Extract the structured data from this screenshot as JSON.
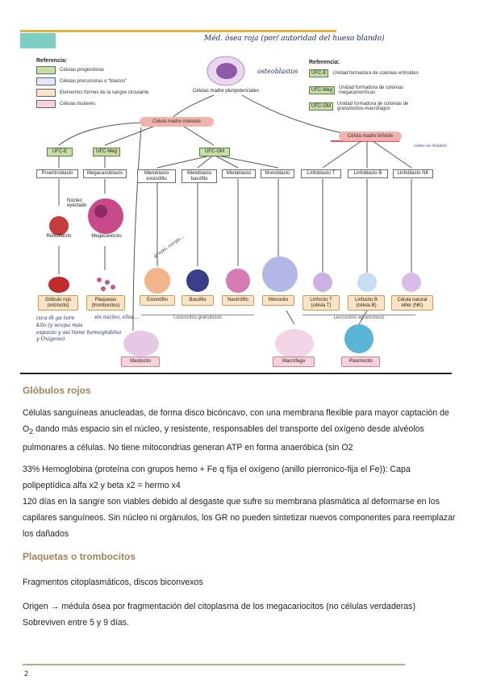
{
  "handwriting": {
    "title_note": "Méd. ósea roja (por/ autoridad del hueso blando)",
    "osteoblast_note": "osteoblastos",
    "side_note": "cómo se dividen",
    "left_note": "(sca di ga tare\nkilo (y ocupa más\nespacio y así tiene hemoglobina\ny Oxígeno)",
    "platelet_note": "sin núcleo, ellos...",
    "basophil_note": "grupo, cargo..."
  },
  "legend_left": {
    "title": "Referencia:",
    "items": [
      {
        "label": "Células progenitoras",
        "color": "#c5dfa5"
      },
      {
        "label": "Células precursoras o “blastos”",
        "color": "#dfe9f7"
      },
      {
        "label": "Elementos formes de la sangre circulante",
        "color": "#fbe3c3"
      },
      {
        "label": "Células tisulares",
        "color": "#f7d2da"
      }
    ]
  },
  "legend_right": {
    "title": "Referencia:",
    "items": [
      {
        "code": "UFC-E",
        "label": "Unidad formadora de colonias eritroides"
      },
      {
        "code": "UFC-Meg",
        "label": "Unidad formadora de colonias megacariocíticas"
      },
      {
        "code": "UFC-GM",
        "label": "Unidad formadora de colonias de granulocitos-macrófagos"
      }
    ]
  },
  "diagram": {
    "stem_cell": "Células madre pluripotenciales",
    "myeloid_stem": "Célula madre mieloide",
    "lymphoid_stem": "Célula madre linfoide",
    "progenitors": [
      "UFC-E",
      "UFC-Meg",
      "UFC-GM"
    ],
    "blasts": [
      "Proeritroblasto",
      "Megacarioblasto",
      "Mieloblasto eosinófilo",
      "Mieloblasto basófilo",
      "Mieloblasto",
      "Monoblasto",
      "Linfoblasto T",
      "Linfoblasto B",
      "Linfoblasto NK"
    ],
    "nucleus_expelled": "Núcleo eyectado",
    "reticulocyte": "Reticulocito",
    "megakaryocyte": "Megacariocito",
    "finals": [
      "Glóbulo rojo (eritrocito)",
      "Plaquetas (trombocitos)",
      "Eosinófilo",
      "Basófilo",
      "Neutrófilo",
      "Monocito",
      "Linfocito T (célula T)",
      "Linfocito B (célula B)",
      "Célula natural killer (NK)"
    ],
    "granulocytes": "Leucocitos granulosos",
    "agranulocytes": "Leucocitos agranulosos",
    "tissue": [
      "Mastocito",
      "Macrófago",
      "Plasmocito"
    ]
  },
  "content": {
    "h1": "Glóbulos rojos",
    "p1_pre": "Células sanguíneas anucleadas, de forma disco bicóncavo, con una membrana flexible para mayor captación de O",
    "p1_sub": "2",
    "p1_post": " dando más espacio sin el núcleo, y resistente, responsables del transporte del oxígeno desde alvéolos pulmonares a células. No tiene mitocondrias  generan ATP en forma anaeróbica (sin O2",
    "p2": "33% Hemoglobina (proteína con grupos hemo + Fe q fija el oxígeno (anillo pierronico-fija el Fe)): Capa polipeptídica alfa x2 y beta x2 = hermo x4",
    "p3": "120 días en la sangre son viables debido al desgaste que sufre su membrana plasmática al deformarse en los capilares sanguíneos. Sin núcleo ni orgánulos, los GR no pueden sintetizar nuevos componentes para reemplazar los dañados",
    "h2": "Plaquetas o trombocitos",
    "p4": "Fragmentos citoplasmáticos, discos biconvexos",
    "p5": "Origen → médula ósea por fragmentación del citoplasma de los megacariocitos (no células verdaderas)",
    "p6": "Sobreviven entre 5 y 9 días."
  },
  "page_number": "2"
}
